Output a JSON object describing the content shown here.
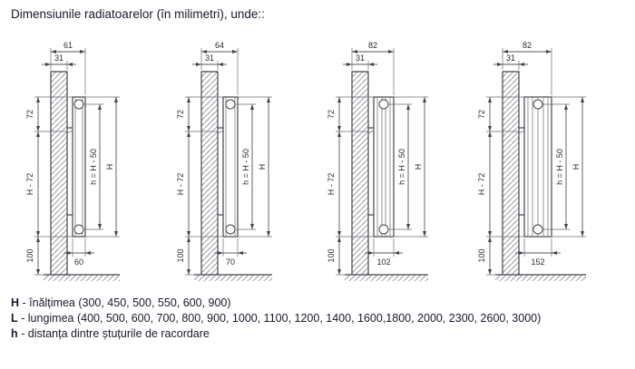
{
  "title": "Dimensiunile radiatoarelor (în milimetri), unde::",
  "diagrams": [
    {
      "top_width": "61",
      "wall_offset": "31",
      "top_height": "72",
      "middle_height": "H - 72",
      "bottom_clearance": "100",
      "depth": "60",
      "port_distance": "h = H - 50",
      "total_height": "H"
    },
    {
      "top_width": "64",
      "wall_offset": "31",
      "top_height": "72",
      "middle_height": "H - 72",
      "bottom_clearance": "100",
      "depth": "70",
      "port_distance": "h = H - 50",
      "total_height": "H"
    },
    {
      "top_width": "82",
      "wall_offset": "31",
      "top_height": "72",
      "middle_height": "H - 72",
      "bottom_clearance": "100",
      "depth": "102",
      "port_distance": "h = H - 50",
      "total_height": "H"
    },
    {
      "top_width": "82",
      "wall_offset": "31",
      "top_height": "72",
      "middle_height": "H - 72",
      "bottom_clearance": "100",
      "depth": "152",
      "port_distance": "h = H - 50",
      "total_height": "H"
    }
  ],
  "legend": [
    {
      "term": "H",
      "text": "- înălțimea (300, 450, 500, 550, 600, 900)"
    },
    {
      "term": "L",
      "text": "- lungimea (400, 500, 600, 700, 800, 900, 1000, 1100, 1200, 1400, 1600,1800, 2000, 2300, 2600, 3000)"
    },
    {
      "term": "h",
      "text": "- distanța dintre ștuțurile de racordare"
    }
  ]
}
